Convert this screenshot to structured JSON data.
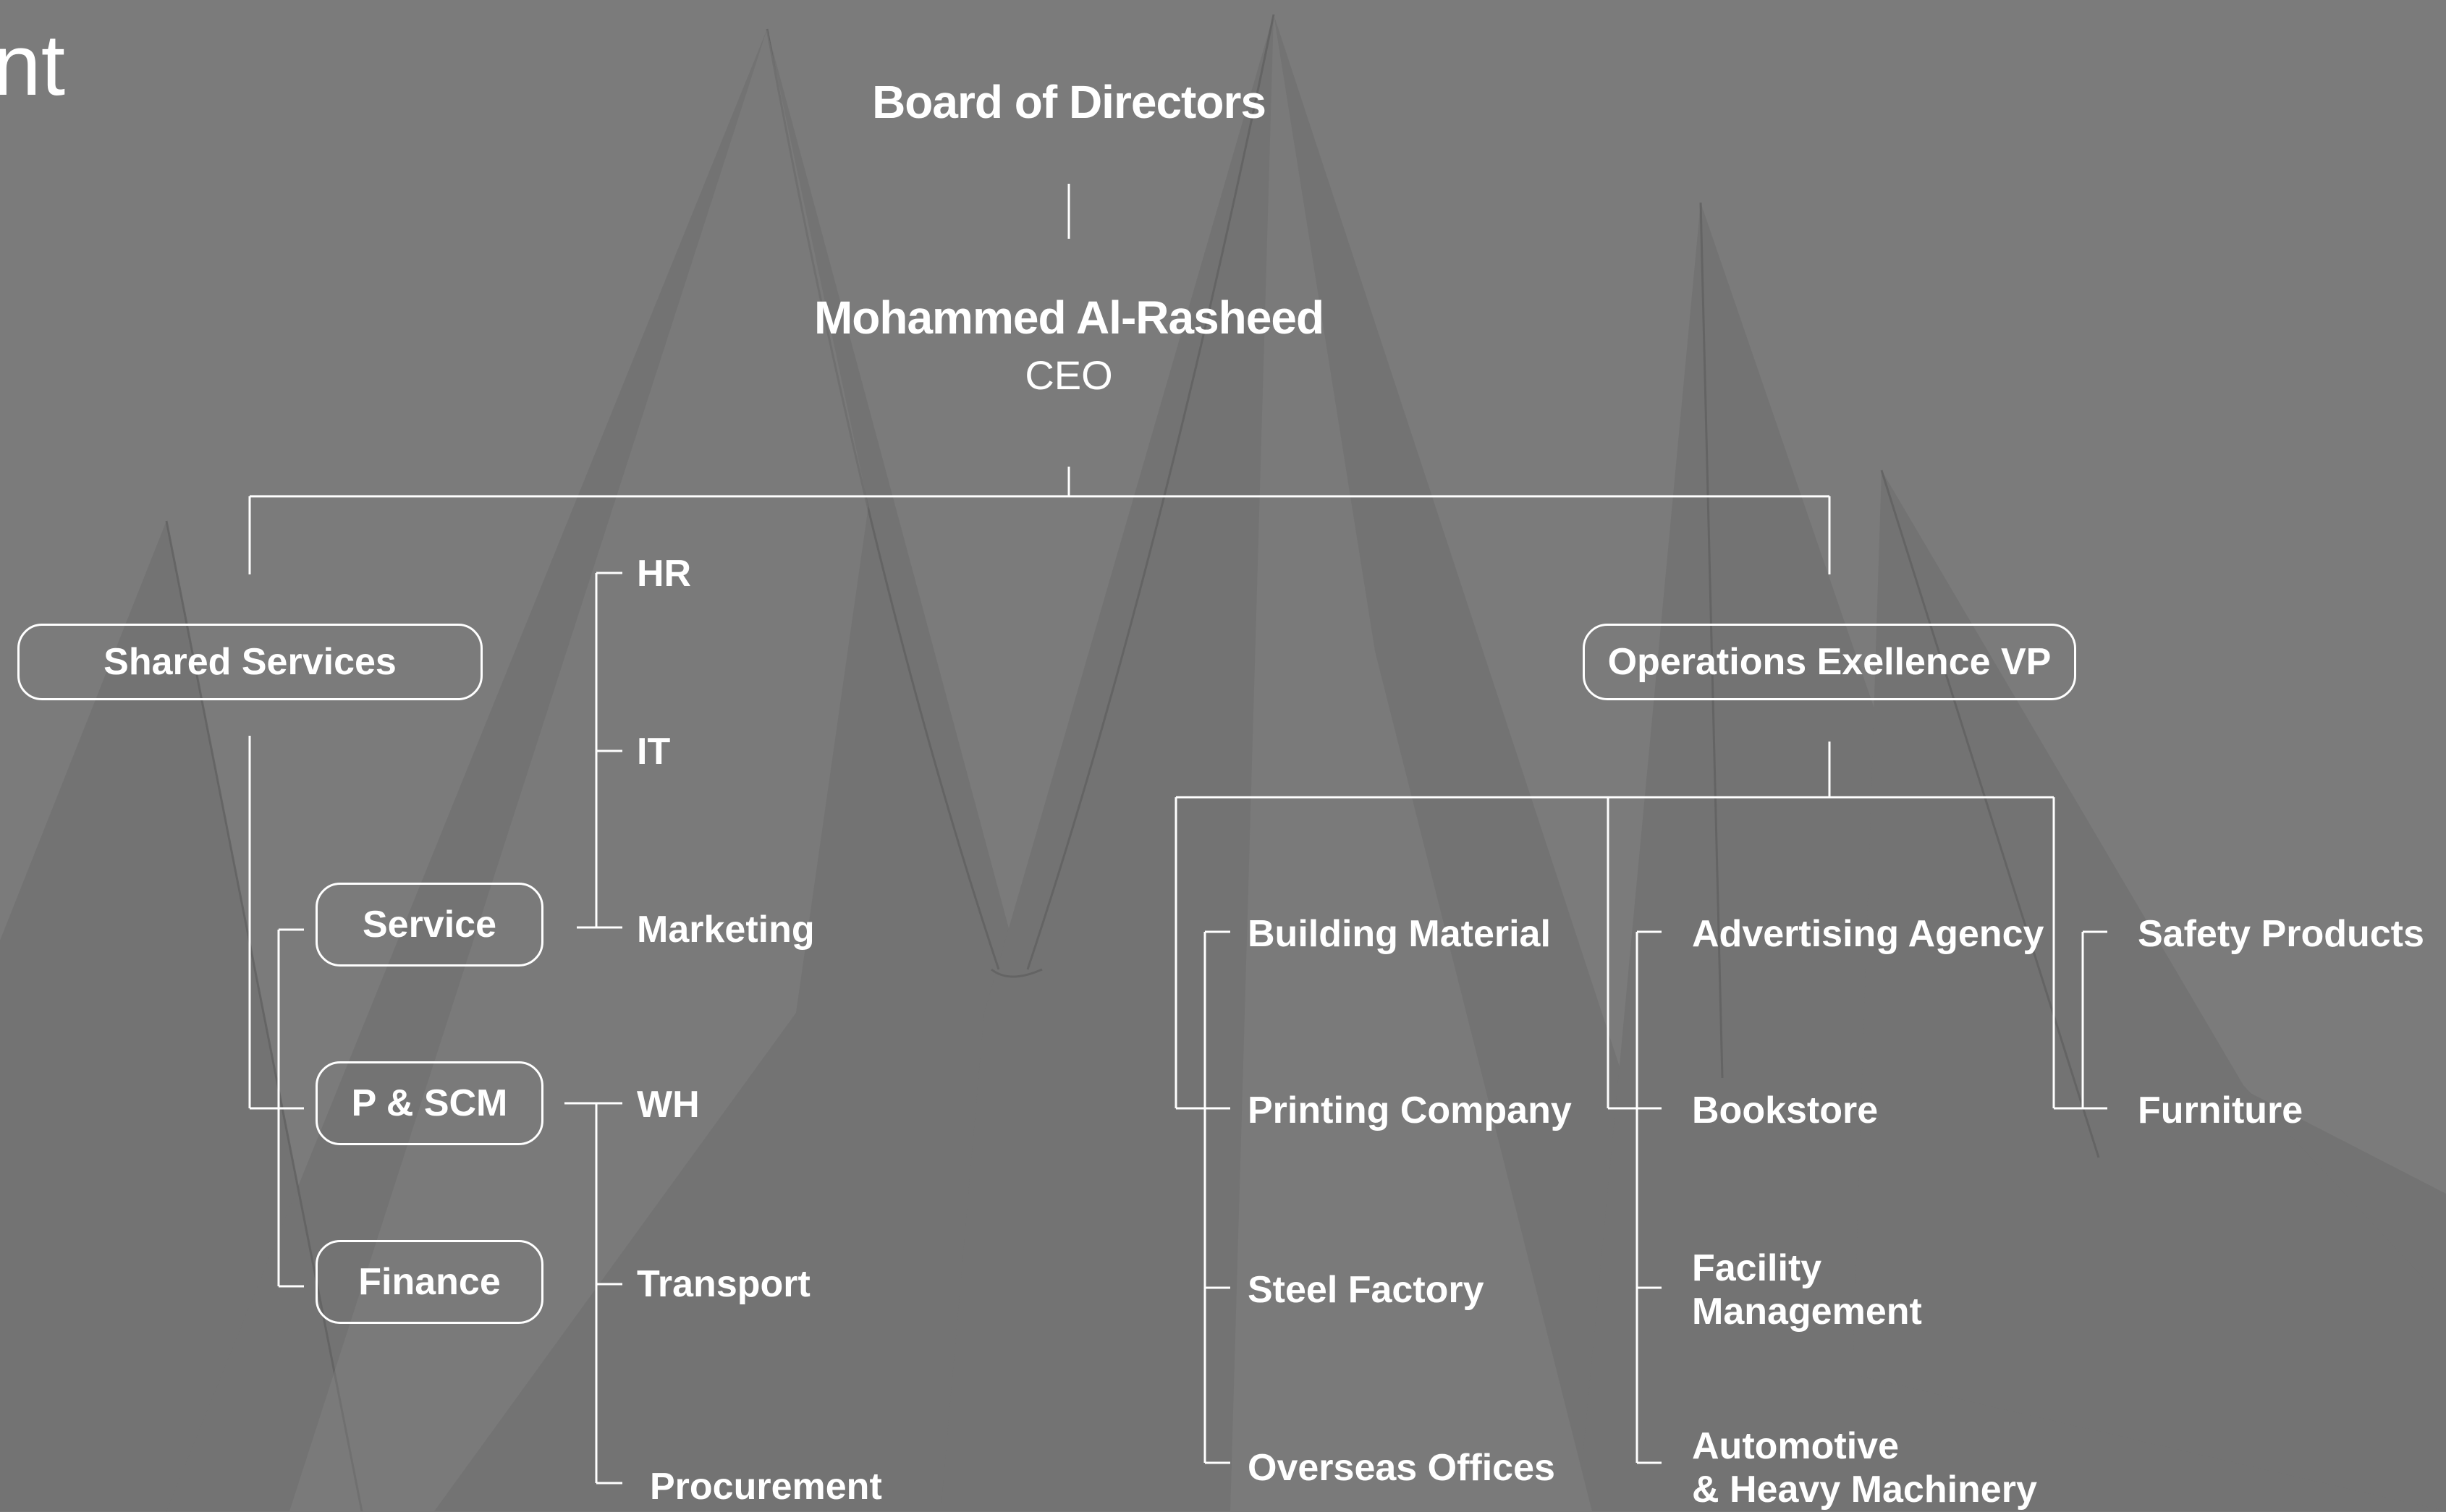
{
  "page": {
    "title_fragment": "nt",
    "colors": {
      "background": "#7a7a7a",
      "line": "#ffffff",
      "text": "#ffffff"
    }
  },
  "board": {
    "label": "Board of Directors"
  },
  "ceo": {
    "name": "Mohammed Al-Rasheed",
    "role": "CEO"
  },
  "shared_services": {
    "label": "Shared Services",
    "boxes": [
      "Service",
      "P & SCM",
      "Finance"
    ],
    "departments": [
      "HR",
      "IT",
      "Marketing"
    ],
    "scm_units": [
      "WH",
      "Transport",
      "Procurement"
    ]
  },
  "operations": {
    "label": "Operations Exellence VP",
    "column1": [
      "Building Material",
      "Printing Company",
      "Steel Factory",
      "Overseas Offices"
    ],
    "column2": [
      "Advertising Agency",
      "Bookstore",
      "Facility Management",
      "Automotive & Heavy Machinery"
    ],
    "column2_display": {
      "facility_line1": "Facility",
      "facility_line2": "Management",
      "auto_line1": "Automotive",
      "auto_line2": "& Heavy Machinery"
    },
    "column3": [
      "Safety Products",
      "Furniture"
    ]
  }
}
